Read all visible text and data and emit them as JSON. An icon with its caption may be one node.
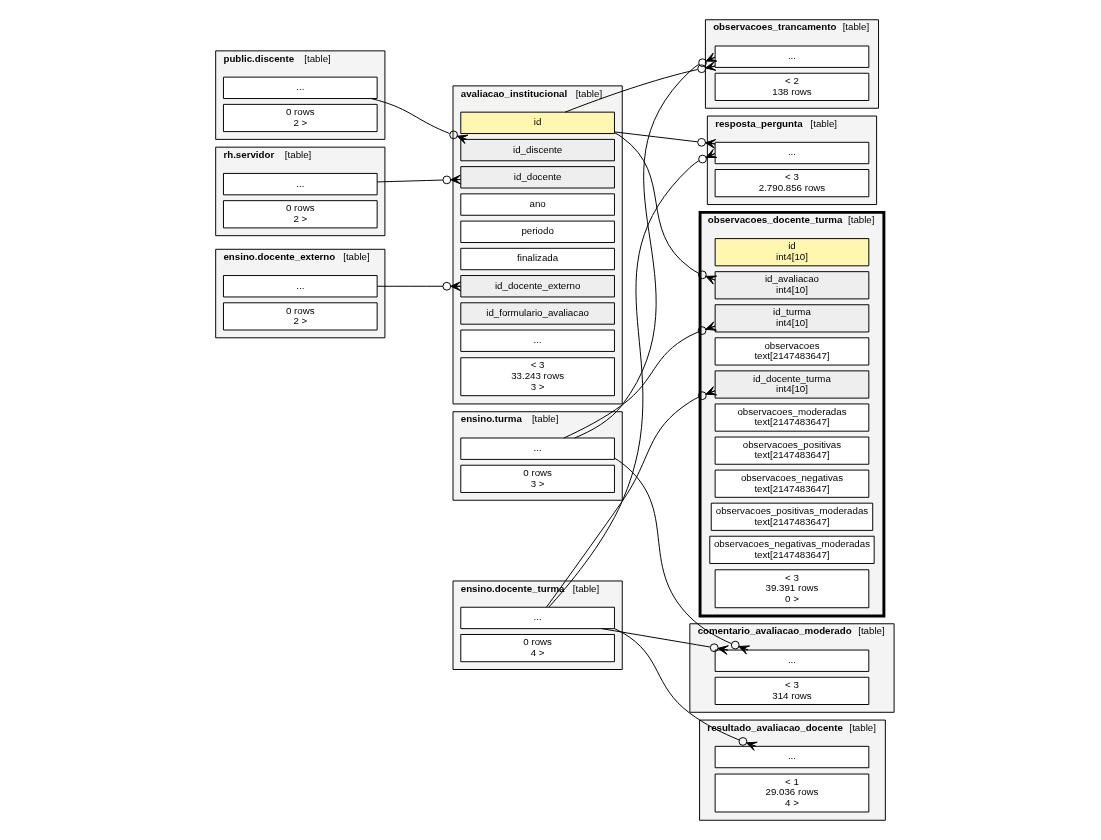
{
  "diagram": {
    "nodes": [
      {
        "text": [
          "public.discente",
          "[table]"
        ]
      },
      {
        "text": [
          "..."
        ],
        "in": 0
      },
      {
        "text": [
          "0 rows",
          "2 >"
        ],
        "in": 0
      },
      {
        "text": [
          "rh.servidor",
          "[table]"
        ]
      },
      {
        "text": [
          "..."
        ],
        "in": 3
      },
      {
        "text": [
          "0 rows",
          "2 >"
        ],
        "in": 3
      },
      {
        "text": [
          "ensino.docente_externo",
          "[table]"
        ]
      },
      {
        "text": [
          "..."
        ],
        "in": 6
      },
      {
        "text": [
          "0 rows",
          "2 >"
        ],
        "in": 6
      },
      {
        "text": [
          "avaliacao_institucional",
          "[table]"
        ]
      },
      {
        "text": [
          "id"
        ],
        "in": 9
      },
      {
        "text": [
          "id_discente"
        ],
        "in": 9
      },
      {
        "text": [
          "id_docente"
        ],
        "in": 9
      },
      {
        "text": [
          "ano"
        ],
        "in": 9
      },
      {
        "text": [
          "periodo"
        ],
        "in": 9
      },
      {
        "text": [
          "finalizada"
        ],
        "in": 9
      },
      {
        "text": [
          "id_docente_externo"
        ],
        "in": 9
      },
      {
        "text": [
          "id_formulario_avaliacao"
        ],
        "in": 9
      },
      {
        "text": [
          "..."
        ],
        "in": 9
      },
      {
        "text": [
          "< 3",
          "33.243 rows",
          "3 >"
        ],
        "in": 9
      },
      {
        "text": [
          "ensino.turma",
          "[table]"
        ]
      },
      {
        "text": [
          "..."
        ],
        "in": 20
      },
      {
        "text": [
          "0 rows",
          "3 >"
        ],
        "in": 20
      },
      {
        "text": [
          "ensino.docente_turma",
          "[table]"
        ]
      },
      {
        "text": [
          "..."
        ],
        "in": 23
      },
      {
        "text": [
          "0 rows",
          "4 >"
        ],
        "in": 23
      },
      {
        "text": [
          "observacoes_trancamento",
          "[table]"
        ]
      },
      {
        "text": [
          "..."
        ],
        "in": 26
      },
      {
        "text": [
          "< 2",
          "138 rows"
        ],
        "in": 26
      },
      {
        "text": [
          "observacoes_docente_turma",
          "[table]"
        ]
      },
      {
        "text": [
          "id",
          "int4[10]"
        ],
        "in": 29
      },
      {
        "text": [
          "id_docente_turma",
          "int4[10]"
        ],
        "in": 29
      },
      {
        "text": [
          "id_avaliacao",
          "int4[10]"
        ],
        "in": 29
      },
      {
        "text": [
          "observacoes",
          "text[2147483647]"
        ],
        "in": 29
      },
      {
        "text": [
          "id_turma",
          "int4[10]"
        ],
        "in": 29
      },
      {
        "text": [
          "observacoes_moderadas",
          "text[2147483647]"
        ],
        "in": 29
      },
      {
        "text": [
          "observacoes_positivas",
          "text[2147483647]"
        ],
        "in": 29
      },
      {
        "text": [
          "observacoes_negativas",
          "text[2147483647]"
        ],
        "in": 29
      },
      {
        "text": [
          "observacoes_positivas_moderadas",
          "text[2147483647]"
        ],
        "in": 29
      },
      {
        "text": [
          "observacoes_negativas_moderadas",
          "text[2147483647]"
        ],
        "in": 29
      },
      {
        "text": [
          "< 3",
          "39.391 rows",
          "0 >"
        ],
        "in": 29
      },
      {
        "text": [
          "resposta_pergunta",
          "[table]"
        ]
      },
      {
        "text": [
          "..."
        ],
        "in": 41
      },
      {
        "text": [
          "< 3",
          "2.790.856 rows"
        ],
        "in": 41
      },
      {
        "text": [
          "comentario_avaliacao_moderado",
          "[table]"
        ]
      },
      {
        "text": [
          "..."
        ],
        "in": 44
      },
      {
        "text": [
          "< 3",
          "314 rows"
        ],
        "in": 44
      },
      {
        "text": [
          "resultado_avaliacao_docente",
          "[table]"
        ]
      },
      {
        "text": [
          "..."
        ],
        "in": 47
      },
      {
        "text": [
          "< 1",
          "29.036 rows",
          "4 >"
        ],
        "in": 47
      }
    ],
    "edges": [
      {
        "from": 1,
        "to": 11,
        "arrow": "other"
      },
      {
        "from": 4,
        "to": 12,
        "arrow": "other"
      },
      {
        "from": 7,
        "to": 16,
        "arrow": "other"
      },
      {
        "from": 10,
        "to": 27,
        "arrow": "other"
      },
      {
        "from": 21,
        "to": 27,
        "arrow": "other"
      },
      {
        "from": 24,
        "to": 31,
        "arrow": "other"
      },
      {
        "from": 10,
        "to": 32,
        "arrow": "other"
      },
      {
        "from": 21,
        "to": 34,
        "arrow": "other"
      },
      {
        "from": 10,
        "to": 42,
        "arrow": "other"
      },
      {
        "from": 24,
        "to": 42,
        "arrow": "other"
      },
      {
        "from": 21,
        "to": 45,
        "arrow": "other"
      },
      {
        "from": 24,
        "to": 45,
        "arrow": "other"
      },
      {
        "from": 24,
        "to": 48,
        "arrow": "other"
      }
    ]
  }
}
